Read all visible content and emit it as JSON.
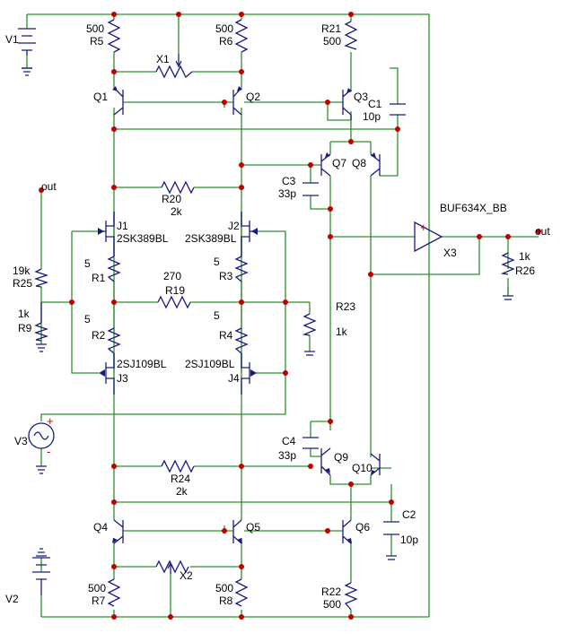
{
  "labels": {
    "V1": "V1",
    "V2": "V2",
    "V3": "V3",
    "R5": "R5",
    "R5v": "500",
    "R6": "R6",
    "R6v": "500",
    "R21": "R21",
    "R21v": "500",
    "X1": "X1",
    "C1": "C1",
    "C1v": "10p",
    "Q1": "Q1",
    "Q2": "Q2",
    "Q3": "Q3",
    "Q7": "Q7",
    "Q8": "Q8",
    "C3": "C3",
    "C3v": "33p",
    "R20": "R20",
    "R20v": "2k",
    "out1": "out",
    "J1": "J1",
    "J1t": "2SK389BL",
    "J2": "J2",
    "J2t": "2SK389BL",
    "buf": "BUF634X_BB",
    "X3": "X3",
    "out2": "out",
    "R26v": "1k",
    "R26": "R26",
    "R1v": "5",
    "R1": "R1",
    "R19v": "270",
    "R19": "R19",
    "R3v": "5",
    "R3": "R3",
    "R25v": "19k",
    "R25": "R25",
    "R9v": "1k",
    "R9": "R9",
    "R23": "R23",
    "R23v": "1k",
    "R2v": "5",
    "R2": "R2",
    "R4v": "5",
    "R4": "R4",
    "J3t": "2SJ109BL",
    "J3": "J3",
    "J4t": "2SJ109BL",
    "J4": "J4",
    "C4": "C4",
    "C4v": "33p",
    "Q9": "Q9",
    "Q10": "Q10",
    "R24": "R24",
    "R24v": "2k",
    "Q4": "Q4",
    "Q5": "Q5",
    "Q6": "Q6",
    "C2": "C2",
    "C2v": "10p",
    "X2": "X2",
    "R7v": "500",
    "R7": "R7",
    "R8v": "500",
    "R8": "R8",
    "R22": "R22",
    "R22v": "500",
    "plus": "+",
    "minus": "-"
  }
}
